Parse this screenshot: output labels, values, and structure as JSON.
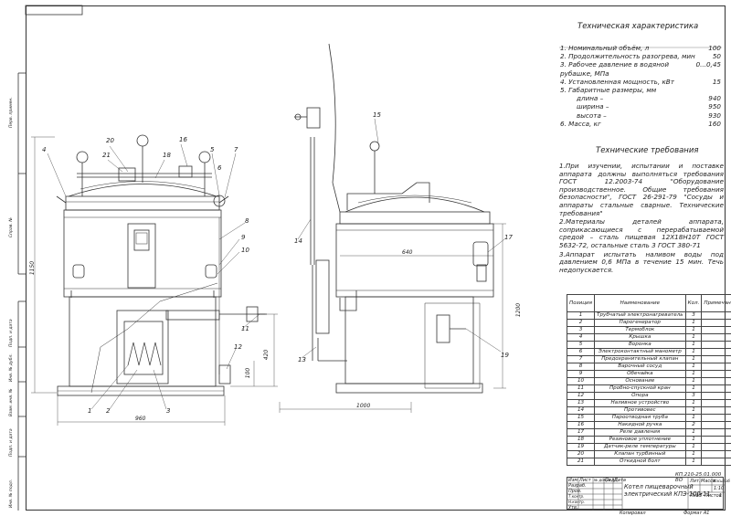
{
  "spec": {
    "heading": "Техническая характеристика",
    "items": [
      {
        "label": "1. Номинальный объём, л",
        "value": "100"
      },
      {
        "label": "2. Продолжительность разогрева, мин",
        "value": "50"
      },
      {
        "label": "3. Рабочее давление в водяной рубашке, МПа",
        "value": "0...0,45"
      },
      {
        "label": "4. Установленная мощность, кВт",
        "value": "15"
      },
      {
        "label": "5. Габаритные размеры, мм",
        "value": ""
      },
      {
        "label": "длина –",
        "value": "940",
        "indent": true
      },
      {
        "label": "ширина –",
        "value": "950",
        "indent": true
      },
      {
        "label": "высота –",
        "value": "930",
        "indent": true
      },
      {
        "label": "6. Масса, кг",
        "value": "160"
      }
    ]
  },
  "requirements": {
    "heading": "Технические требования",
    "p1": "1.При изучении, испытании и поставке аппарата должны выполняться требования ГОСТ 12.2003-74 \"Оборудование производственное. Общие требования безопасности\", ГОСТ 26-291-79 \"Сосуды и аппараты стальные сварные. Технические требования\"",
    "p2": "2.Материалы деталей аппарата, соприкасающиеся с перерабатываемой средой – сталь пищевая 12Х18Н10Т ГОСТ 5632-72, остальные сталь 3 ГОСТ 380-71",
    "p3": "3.Аппарат испытать наливом воды под давлением 0,6 МПа в течение 15 мин. Течь недопускается."
  },
  "bom": {
    "headers": [
      "Позиция",
      "Наименование",
      "Кол.",
      "Примечание"
    ],
    "rows": [
      {
        "pos": "1",
        "name": "Трубчатый электронагреватель",
        "qty": "3"
      },
      {
        "pos": "2",
        "name": "Парогенератор",
        "qty": "1"
      },
      {
        "pos": "3",
        "name": "Термоблок",
        "qty": "1"
      },
      {
        "pos": "4",
        "name": "Крышка",
        "qty": "1"
      },
      {
        "pos": "5",
        "name": "Воронка",
        "qty": "1"
      },
      {
        "pos": "6",
        "name": "Электроконтактный манометр",
        "qty": "1"
      },
      {
        "pos": "7",
        "name": "Предохранительный клапан",
        "qty": "1"
      },
      {
        "pos": "8",
        "name": "Варочный сосуд",
        "qty": "1"
      },
      {
        "pos": "9",
        "name": "Обечайка",
        "qty": "1"
      },
      {
        "pos": "10",
        "name": "Основание",
        "qty": "1"
      },
      {
        "pos": "11",
        "name": "Пробно-спускной кран",
        "qty": "1"
      },
      {
        "pos": "12",
        "name": "Опора",
        "qty": "3"
      },
      {
        "pos": "13",
        "name": "Наливное устройство",
        "qty": "1"
      },
      {
        "pos": "14",
        "name": "Противовес",
        "qty": "1"
      },
      {
        "pos": "15",
        "name": "Пароотводная труба",
        "qty": "1"
      },
      {
        "pos": "16",
        "name": "Накидной ручка",
        "qty": "2"
      },
      {
        "pos": "17",
        "name": "Реле давления",
        "qty": "1"
      },
      {
        "pos": "18",
        "name": "Резиновое уплотнение",
        "qty": "1"
      },
      {
        "pos": "19",
        "name": "Датчик-реле температуры",
        "qty": "1"
      },
      {
        "pos": "20",
        "name": "Клапан турбинный",
        "qty": "1"
      },
      {
        "pos": "21",
        "name": "Откидной болт",
        "qty": "1"
      }
    ]
  },
  "titleblock": {
    "title_line1": "Котел пищеварочный",
    "title_line2": "электрический КПЭ-100-11",
    "code": "КП.210-25.01.000 ВО",
    "sheet_no": "15",
    "sheets": "1",
    "rows": [
      "Изм",
      "Лист",
      "№ докум.",
      "Подп.",
      "Дата",
      "Разраб.",
      "Пров.",
      "Т.контр.",
      "Н.контр.",
      "Утв."
    ],
    "footer_left": "Копировал",
    "footer_right": "Формат А1",
    "cols": [
      "Лит.",
      "Масса",
      "Масштаб",
      "Лист",
      "Листов"
    ],
    "scale": "1:10"
  },
  "labels": {
    "callouts": [
      "1",
      "2",
      "3",
      "4",
      "5",
      "6",
      "7",
      "8",
      "9",
      "10",
      "11",
      "12",
      "13",
      "14",
      "15",
      "16",
      "17",
      "18",
      "19",
      "20",
      "21"
    ],
    "dims": [
      "960",
      "1000",
      "1200",
      "1150",
      "420",
      "100",
      "640"
    ]
  },
  "side_stamp": [
    "Инв. № подл.",
    "Подп. и дата",
    "Взам. инв. №",
    "Инв. № дубл.",
    "Подп. и дата",
    "Справ. №",
    "Перв. примен."
  ]
}
